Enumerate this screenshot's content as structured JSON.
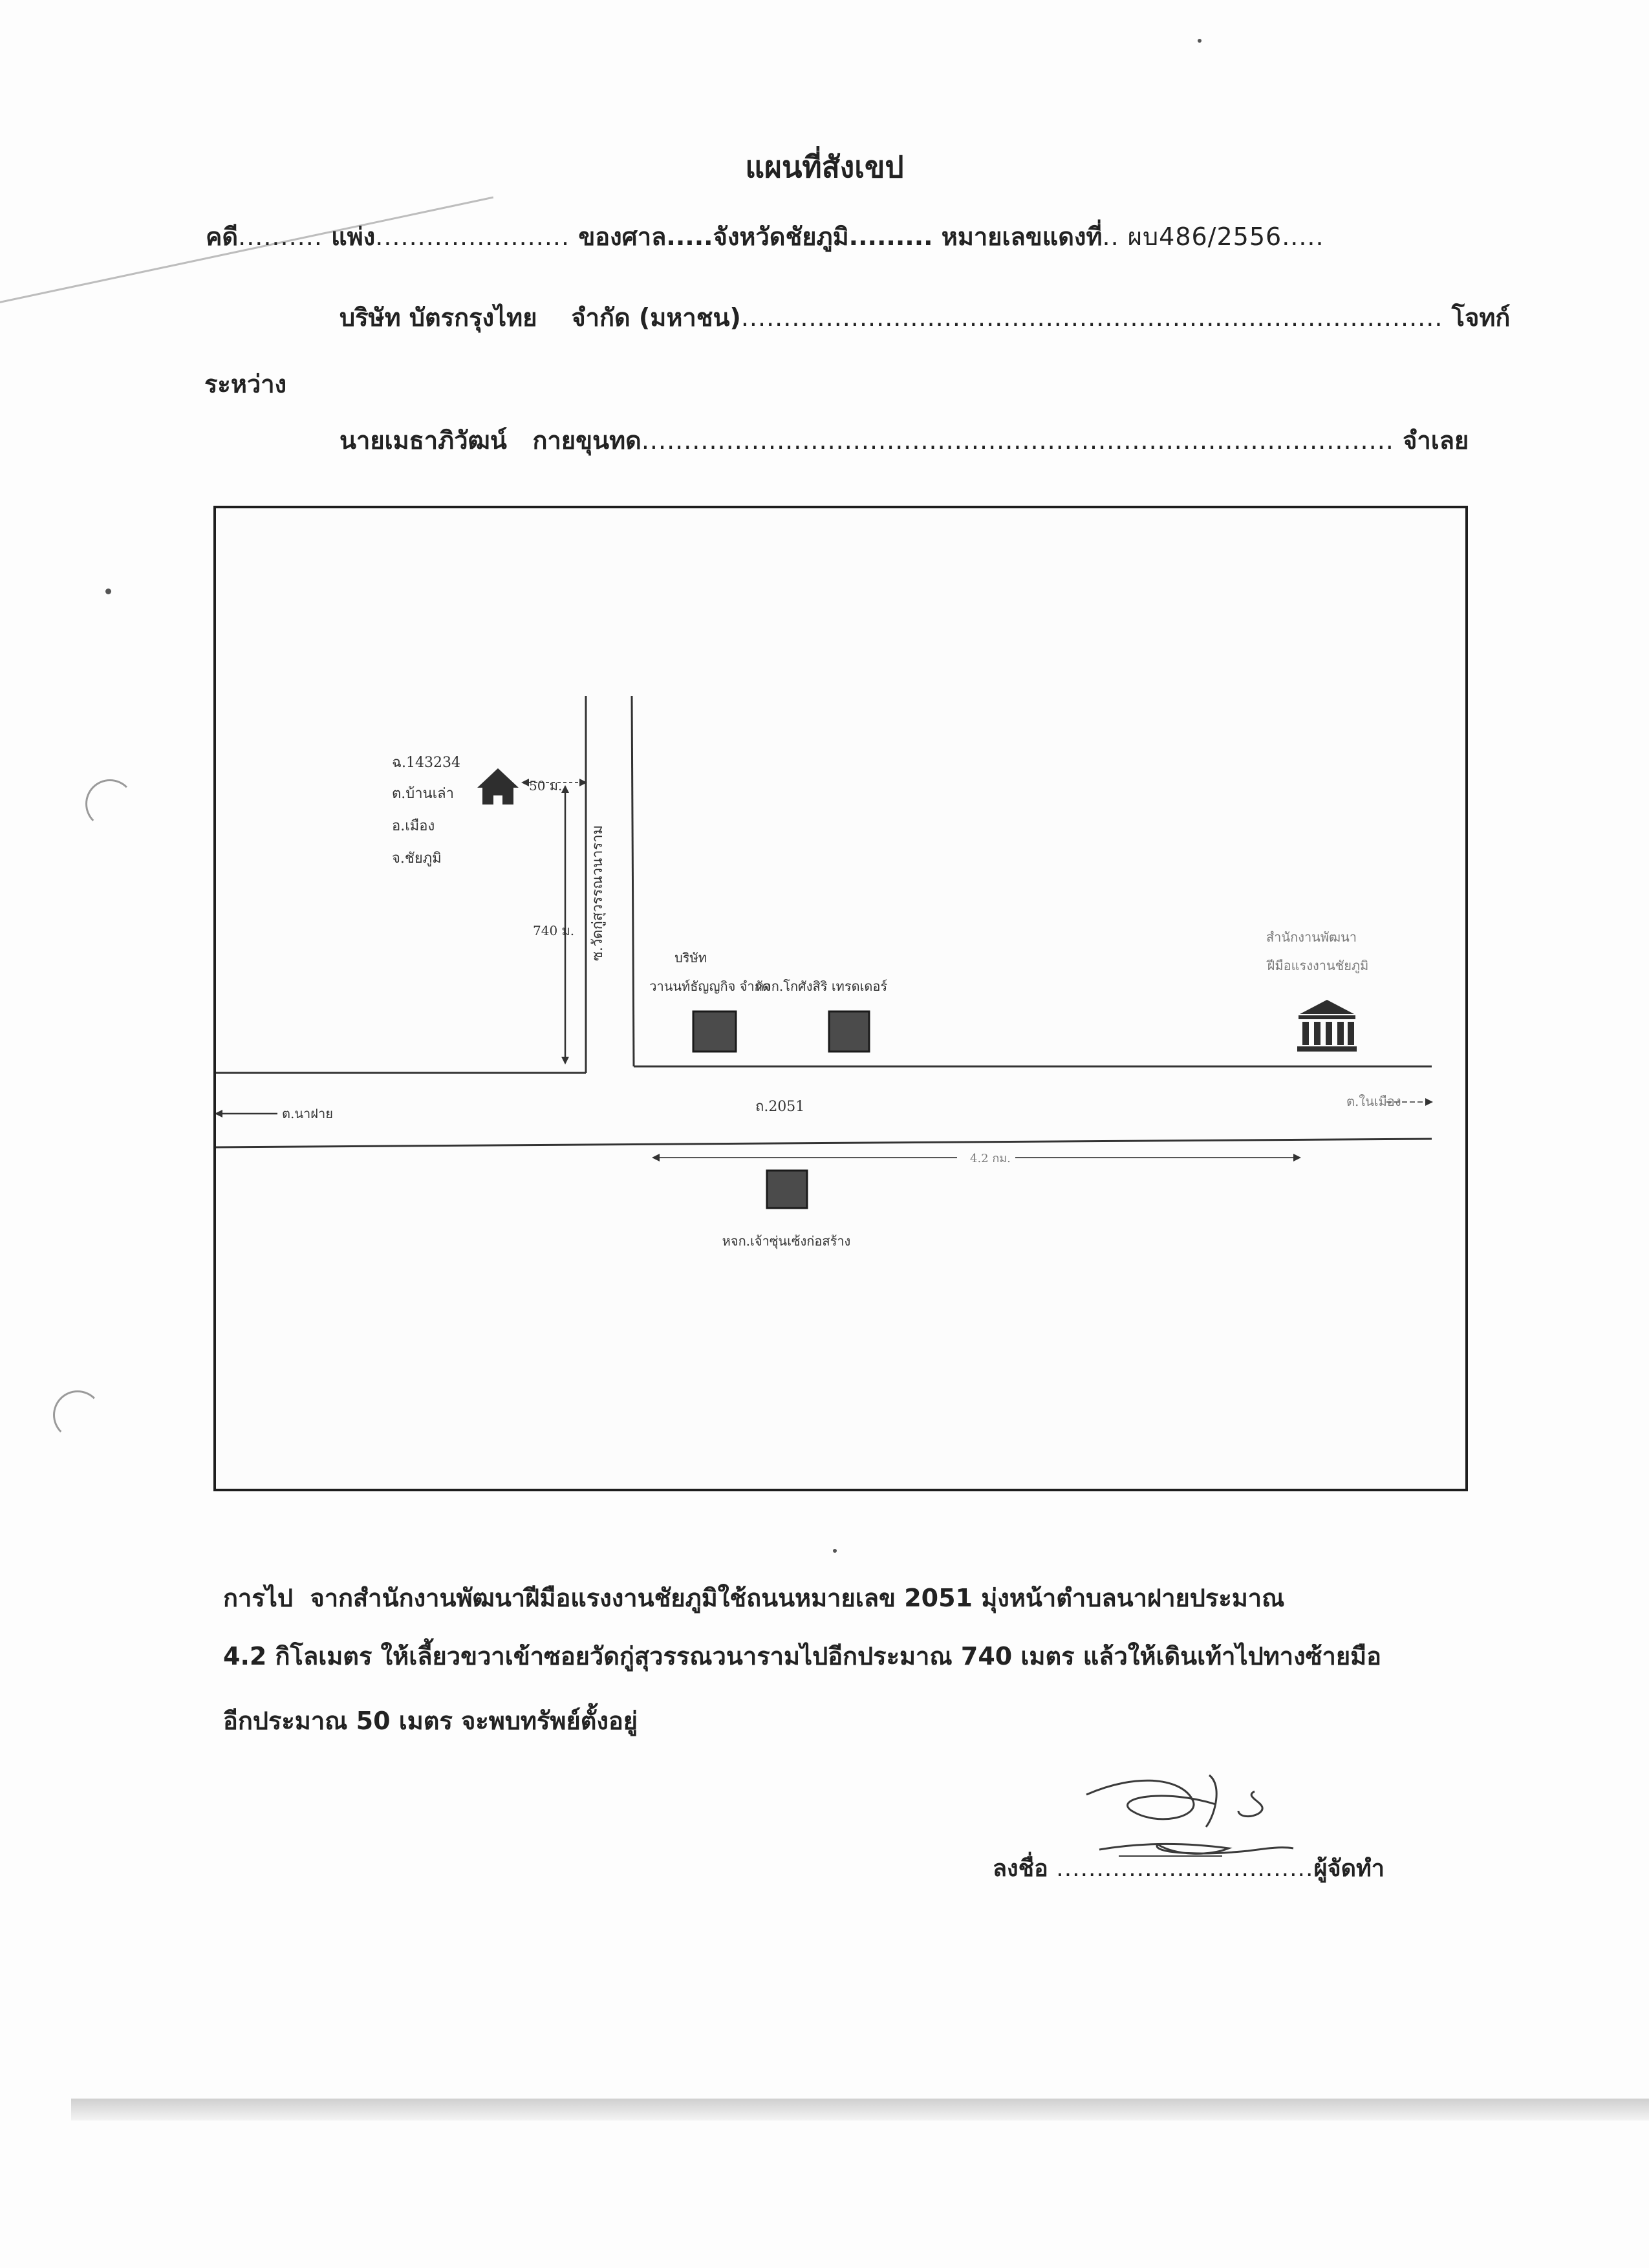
{
  "title": "แผนที่สังเขป",
  "case": {
    "case_label": "คดี",
    "case_dots": "..........",
    "type_label": "แพ่ง",
    "type_dots": ".......................",
    "court_label": "ของศาล",
    "court_value": ".....จังหวัดชัยภูมิ.........",
    "red_no_label": "หมายเลขแดงที่",
    "red_no_value": ".. ผบ486/2556....."
  },
  "plaintiff": {
    "name": "บริษัท บัตรกรุงไทย    จำกัด (มหาชน)",
    "dots": "...................................................................................",
    "role": "โจทก์"
  },
  "between_label": "ระหว่าง",
  "defendant": {
    "name": "นายเมธาภิวัฒน์   กายขุนทด",
    "dots": ".........................................................................................",
    "role": "จำเลย"
  },
  "map": {
    "address": [
      "ฉ.143234",
      "ต.บ้านเล่า",
      "อ.เมือง",
      "จ.ชัยภูมิ"
    ],
    "dist_50": "50 ม.",
    "dist_740": "740 ม.",
    "soi_name": "ซ.วัดกู่สุวรรณวนาราม",
    "company": [
      "บริษัท",
      "วานนท์ธัญญกิจ จำกัด"
    ],
    "shop_1": "หจก.โกศังสิริ เทรดเดอร์",
    "office": [
      "สำนักงานพัฒนา",
      "ฝีมือแรงงานชัยภูมิ"
    ],
    "road": "ถ.2051",
    "to_left": "ต.นาฝาย",
    "to_right": "ต.ในเมือง",
    "dist_42": "4.2 กม.",
    "shop_2": "หจก.เจ้าซุ่นเซ้งก่อสร้าง"
  },
  "directions": [
    "การไป  จากสำนักงานพัฒนาฝีมือแรงงานชัยภูมิใช้ถนนหมายเลข 2051 มุ่งหน้าตำบลนาฝายประมาณ",
    "4.2 กิโลเมตร ให้เลี้ยวขวาเข้าซอยวัดกู่สุวรรณวนารามไปอีกประมาณ 740 เมตร แล้วให้เดินเท้าไปทางซ้ายมือ",
    "อีกประมาณ 50 เมตร จะพบทรัพย์ตั้งอยู่"
  ],
  "signature": {
    "label": "ลงชื่อ",
    "dots": "................................",
    "role": "ผู้จัดทำ"
  }
}
